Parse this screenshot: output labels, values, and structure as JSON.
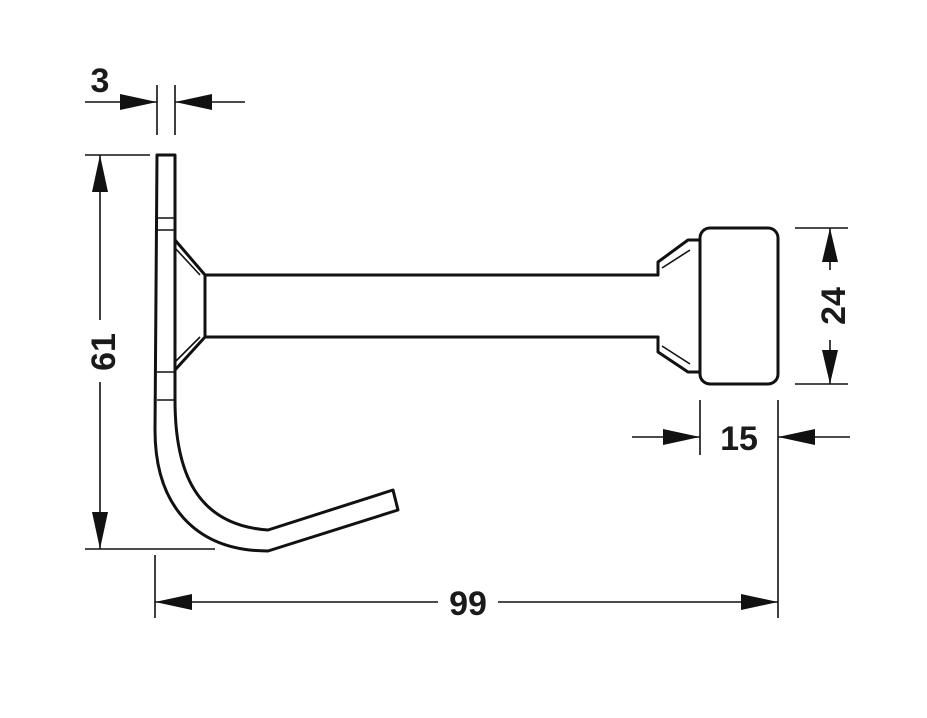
{
  "drawing": {
    "dimensions": {
      "plate_thickness": "3",
      "height": "61",
      "knob_diameter": "24",
      "knob_length": "15",
      "overall_length": "99"
    },
    "colors": {
      "line": "#111111",
      "background": "#ffffff"
    }
  }
}
